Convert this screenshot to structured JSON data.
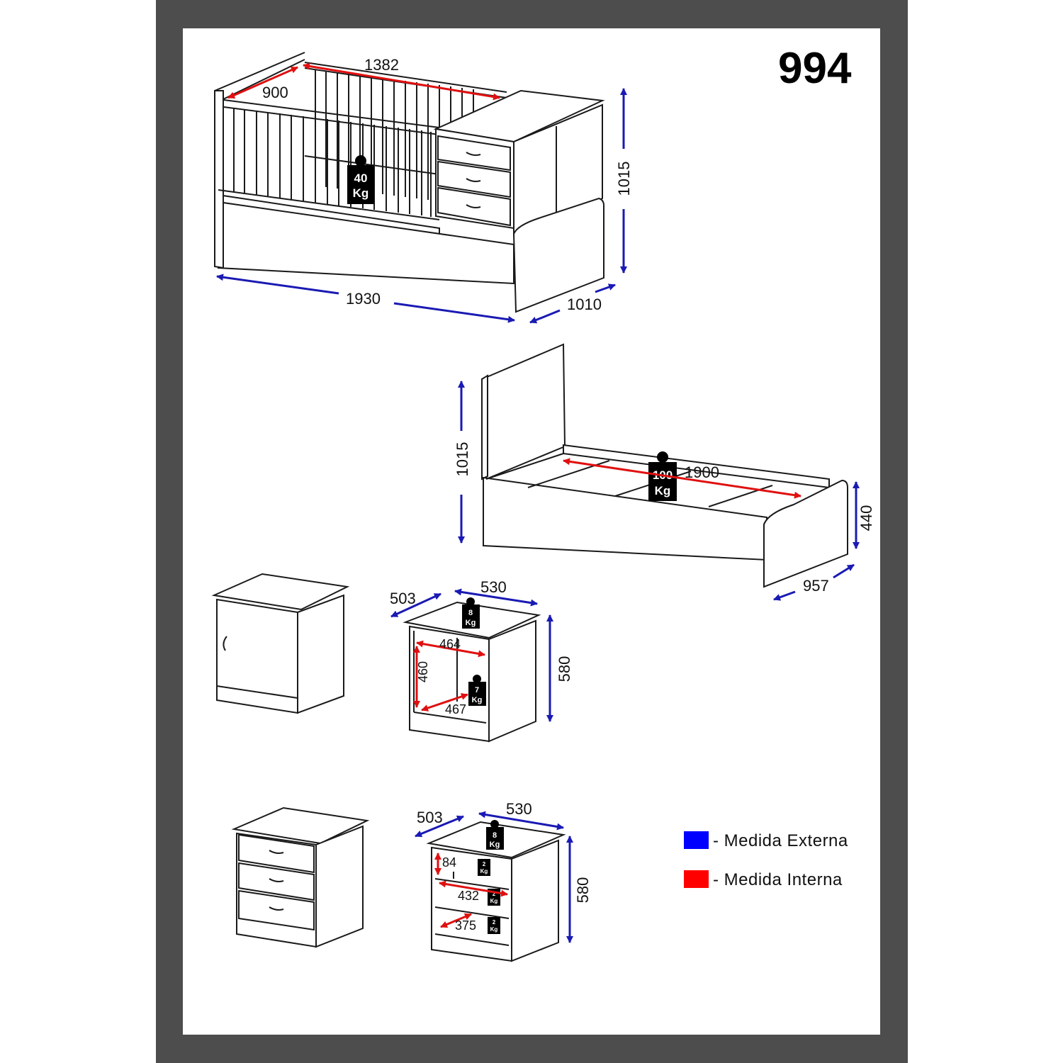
{
  "model_number": "994",
  "crib": {
    "inner_length": "1382",
    "inner_width": "900",
    "height": "1015",
    "length": "1930",
    "depth": "1010",
    "load": "40",
    "load_unit": "Kg"
  },
  "bed": {
    "height": "1015",
    "inner_length": "1900",
    "foot_height": "440",
    "width": "957",
    "load": "100",
    "load_unit": "Kg"
  },
  "nightstand": {
    "depth": "503",
    "width": "530",
    "height": "580",
    "inner_width_top": "464",
    "inner_height": "460",
    "inner_width_bottom": "467",
    "top_load": "8",
    "shelf_load": "7",
    "load_unit": "Kg"
  },
  "drawer_chest": {
    "depth": "503",
    "width": "530",
    "height": "580",
    "drawer_height": "84",
    "drawer_width": "432",
    "drawer_depth": "375",
    "top_load": "8",
    "drawer_load": "2",
    "load_unit": "Kg"
  },
  "legend": {
    "external": {
      "label": "- Medida Externa",
      "color": "#0000ff"
    },
    "internal": {
      "label": "- Medida Interna",
      "color": "#ff0000"
    }
  }
}
